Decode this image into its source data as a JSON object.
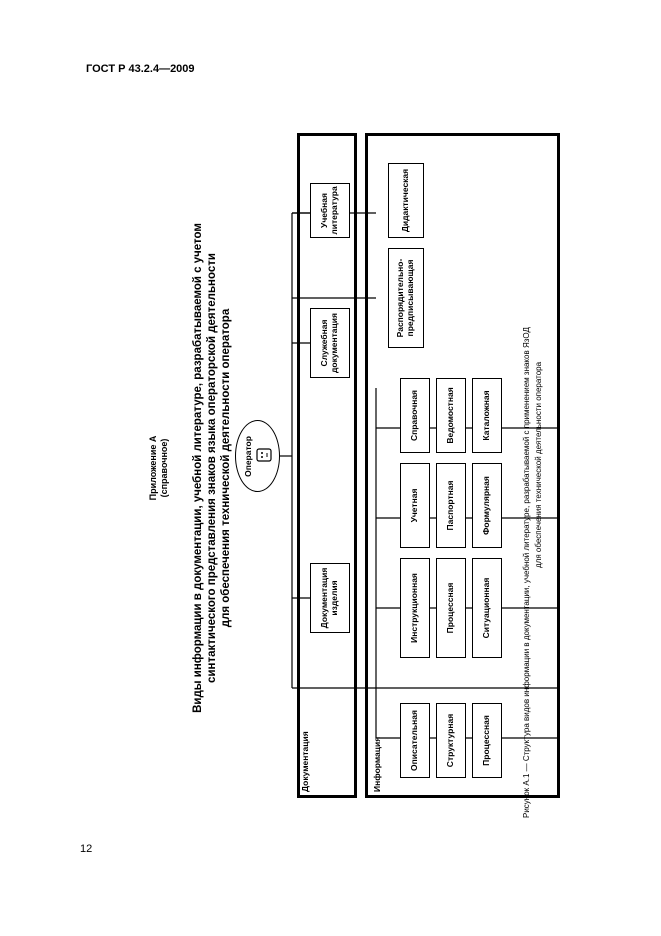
{
  "header": {
    "standard": "ГОСТ Р 43.2.4—2009"
  },
  "page_number": "12",
  "appendix": {
    "title": "Приложение А",
    "subtitle": "(справочное)"
  },
  "heading": {
    "line1": "Виды информации в документации, учебной литературе, разрабатываемой с учетом",
    "line2": "синтактического представления знаков языка операторской деятельности",
    "line3": "для обеспечения технической деятельности оператора"
  },
  "diagram": {
    "operator": "Оператор",
    "operator_icon": "person-head-icon",
    "documentation": {
      "label": "Документация",
      "items": [
        "Документация изделия",
        "Служебная документация",
        "Учебная литература"
      ]
    },
    "information": {
      "label": "Информация",
      "columns": [
        [
          "Описательная",
          "Структурная",
          "Процессная"
        ],
        [
          "Инструкционная",
          "Процессная",
          "Ситуационная"
        ],
        [
          "Учетная",
          "Паспортная",
          "Формулярная"
        ],
        [
          "Справочная",
          "Ведомостная",
          "Каталожная"
        ]
      ],
      "side": [
        "Распорядительно-предписывающая",
        "Дидактическая"
      ]
    }
  },
  "caption": {
    "line1": "Рисунок А.1 — Структура видов информации в документации, учебной литературе, разрабатываемой с применением знаков ЯзОД",
    "line2": "для обеспечения технической деятельности оператора"
  }
}
